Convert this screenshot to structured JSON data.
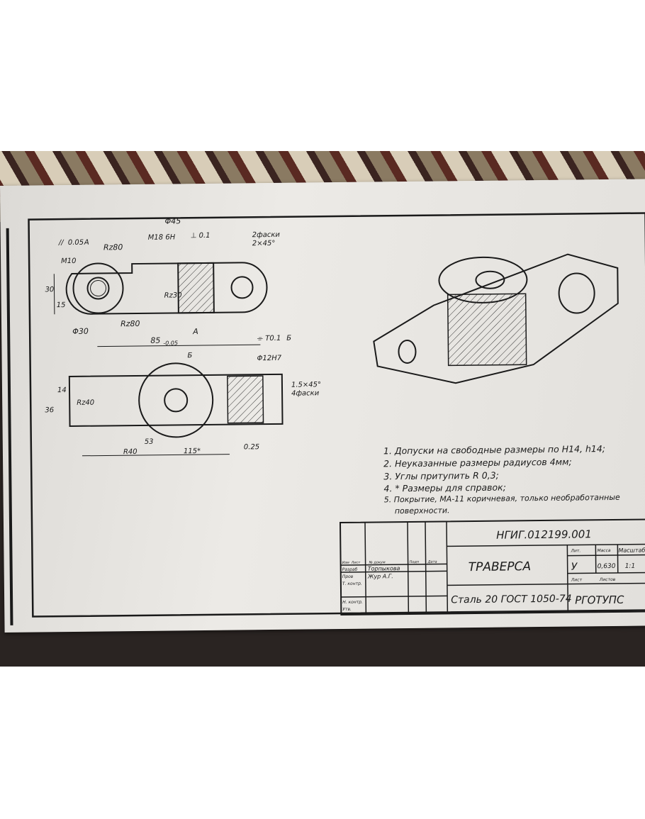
{
  "drawing": {
    "front_view": {
      "dim_diameter_top": "Φ45",
      "thread": "M18 6H",
      "perp_tol": "⊥ 0.1",
      "parallel_tol": [
        "//",
        "0.05",
        "A"
      ],
      "roughness_top": "Rz80",
      "thread_small": "M10",
      "dim_height": "30",
      "dim_15": "15",
      "roughness_side": "Rz30",
      "diameter_30": "Φ30",
      "roughness_bottom": "Rz80",
      "datum_a": "A",
      "dim_length": "85",
      "dim_length_tol": "-0.05",
      "symmetry_tol": [
        "⌯",
        "T0.1",
        "Б"
      ],
      "chamfers_label": "2фаски",
      "chamfers_size": "2×45°"
    },
    "top_view": {
      "datum_b": "Б",
      "hole": "Φ12H7",
      "chamfer": "1.5×45°",
      "chamfer_count": "4фаски",
      "dim_36": "36",
      "dim_14": "14",
      "radius_rz40": "Rz40",
      "radius_r40": "R40",
      "dim_53": "53",
      "dim_115": "115*",
      "dim_025": "0.25"
    }
  },
  "notes": [
    "1. Допуски на свободные размеры по H14, h14;",
    "2. Неуказанные размеры радиусов 4мм;",
    "3. Углы притупить   R 0,3;",
    "4. * Размеры для справок;",
    "5. Покрытие, МА-11 коричневая, только необработанные",
    "поверхности."
  ],
  "title_block": {
    "designation": "НГИГ.012199.001",
    "part_name": "ТРАВЕРСА",
    "material": "Сталь 20 ГОСТ 1050-74",
    "organization": "РГОТУПС",
    "letter": "У",
    "mass": "0,630",
    "scale": "1:1",
    "headers": {
      "lit": "Лит.",
      "mass": "Масса",
      "scale": "Масштаб",
      "sheet": "Лист",
      "sheets": "Листов",
      "izm": "Изм",
      "list": "Лист",
      "doc": "№ докум",
      "sign": "Подп",
      "date": "Дата"
    },
    "roles": [
      "Разраб",
      "Пров",
      "Т. контр.",
      "Н. контр.",
      "Утв."
    ],
    "names": [
      "Торпыкова",
      "Жур А.Г."
    ]
  }
}
